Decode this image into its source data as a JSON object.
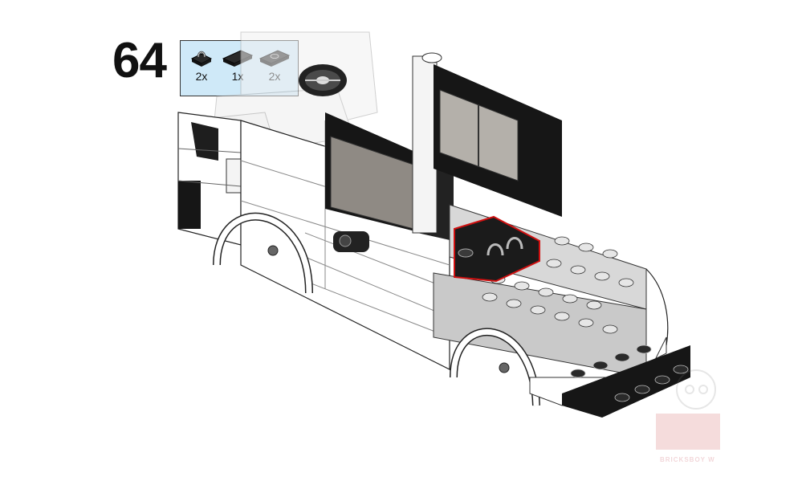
{
  "step": {
    "number": "64"
  },
  "parts_callout": {
    "parts": [
      {
        "quantity": "2x",
        "icon": "plate-with-clip-icon"
      },
      {
        "quantity": "1x",
        "icon": "tile-1x2-icon"
      },
      {
        "quantity": "2x",
        "icon": "plate-1x2-with-stud-icon"
      }
    ]
  },
  "colors": {
    "callout_background": "#cfe9f8",
    "highlight_outline": "#d01010",
    "brick_black": "#161616",
    "brick_white": "#ffffff",
    "brick_grey": "#c9c9c9",
    "window_smoke": "#8f8a84"
  },
  "watermark": {
    "text": "BRICKSBOY W",
    "icon": "brickboy-logo-icon"
  }
}
